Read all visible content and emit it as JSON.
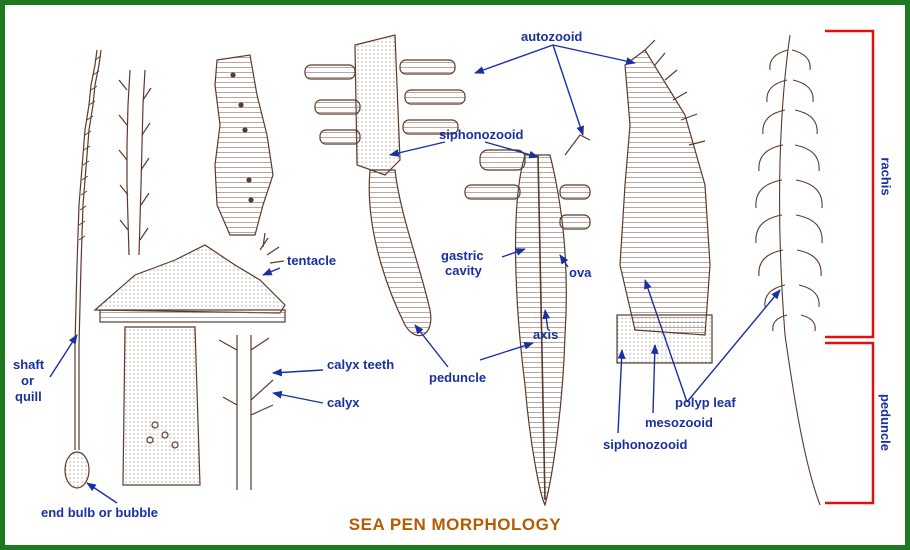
{
  "title": "SEA PEN MORPHOLOGY",
  "labels": {
    "autozooid": "autozooid",
    "siphonozooid_top": "siphonozooid",
    "tentacle": "tentacle",
    "gastric_cavity_1": "gastric",
    "gastric_cavity_2": "cavity",
    "ova": "ova",
    "axis": "axis",
    "peduncle_center": "peduncle",
    "shaft_1": "shaft",
    "shaft_2": "or",
    "shaft_3": "quill",
    "calyx_teeth": "calyx teeth",
    "calyx": "calyx",
    "end_bulb": "end bulb or bubble",
    "polyp_leaf": "polyp leaf",
    "mesozooid": "mesozooid",
    "siphonozooid_bottom": "siphonozooid",
    "rachis": "rachis",
    "peduncle_right": "peduncle"
  },
  "colors": {
    "border": "#1e7a1e",
    "label": "#1a2fa0",
    "title": "#b35c00",
    "bracket": "#e01010",
    "drawing": "#5a3a2a"
  }
}
